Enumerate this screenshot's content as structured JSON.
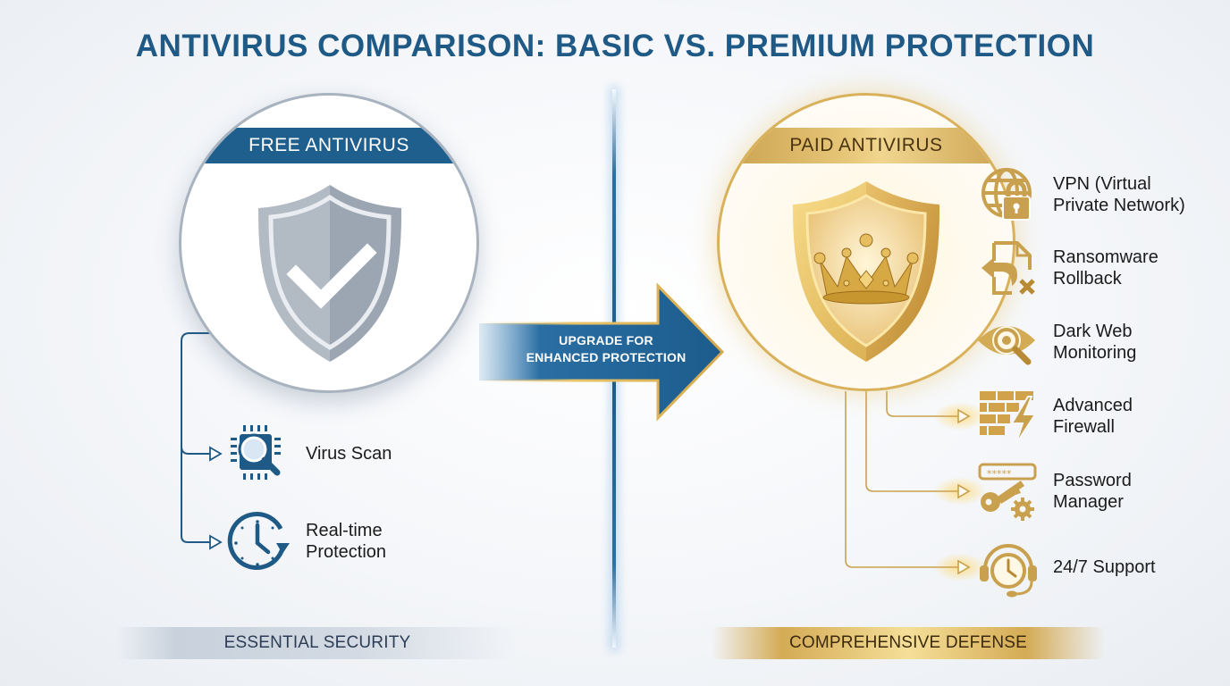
{
  "title": "ANTIVIRUS COMPARISON: BASIC VS. PREMIUM PROTECTION",
  "free": {
    "banner": "FREE ANTIVIRUS",
    "emblem_icon": "shield-check-icon",
    "features": [
      {
        "label_line1": "Virus Scan",
        "label_line2": "",
        "icon": "chip-magnifier-icon"
      },
      {
        "label_line1": "Real-time",
        "label_line2": "Protection",
        "icon": "clock-refresh-icon"
      }
    ],
    "footer": "ESSENTIAL SECURITY"
  },
  "upgrade": {
    "line1": "UPGRADE FOR",
    "line2": "ENHANCED PROTECTION"
  },
  "paid": {
    "banner": "PAID ANTIVIRUS",
    "emblem_icon": "shield-crown-icon",
    "features": [
      {
        "label_line1": "VPN (Virtual",
        "label_line2": "Private Network)",
        "icon": "globe-lock-icon"
      },
      {
        "label_line1": "Ransomware",
        "label_line2": "Rollback",
        "icon": "file-rollback-icon"
      },
      {
        "label_line1": "Dark Web",
        "label_line2": "Monitoring",
        "icon": "eye-search-icon"
      },
      {
        "label_line1": "Advanced",
        "label_line2": "Firewall",
        "icon": "firewall-bolt-icon"
      },
      {
        "label_line1": "Password",
        "label_line2": "Manager",
        "icon": "key-gear-icon"
      },
      {
        "label_line1": "24/7 Support",
        "label_line2": "",
        "icon": "headset-clock-icon"
      }
    ],
    "footer": "COMPREHENSIVE DEFENSE"
  },
  "colors": {
    "primary_blue": "#1f5a86",
    "gold": "#c9a14e",
    "text": "#1b1b1b"
  }
}
